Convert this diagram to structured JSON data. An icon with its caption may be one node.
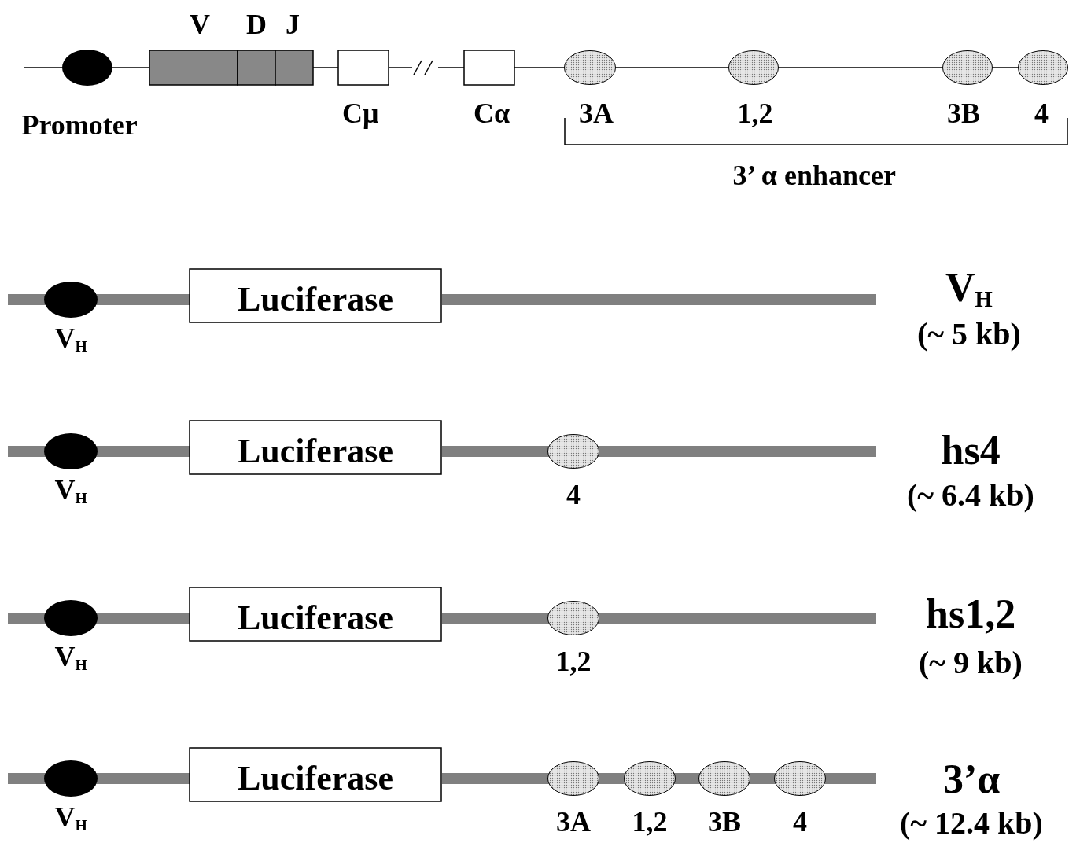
{
  "diagram": {
    "nodes": [
      {
        "text": [
          "Promoter"
        ]
      },
      {
        "text": [
          "V"
        ]
      },
      {
        "text": [
          "D"
        ]
      },
      {
        "text": [
          "J"
        ]
      },
      {
        "text": [
          "Cμ"
        ]
      },
      {
        "text": [
          "Cα"
        ]
      },
      {
        "text": [
          "3A"
        ]
      },
      {
        "text": [
          "1,2"
        ]
      },
      {
        "text": [
          "3B"
        ]
      },
      {
        "text": [
          "4"
        ]
      },
      {
        "text": [],
        "shape": "bar"
      },
      {
        "text": [
          "V$_{H}$"
        ]
      },
      {
        "text": [
          "Luciferase"
        ]
      },
      {
        "text": [],
        "shape": "bar"
      },
      {
        "text": [],
        "shape": "bar"
      },
      {
        "text": [
          "V$_{H}$"
        ]
      },
      {
        "text": [
          "Luciferase"
        ]
      },
      {
        "text": [],
        "shape": "bar"
      },
      {
        "text": [
          "4"
        ]
      },
      {
        "text": [],
        "shape": "bar"
      },
      {
        "text": [
          "V$_{H}$"
        ]
      },
      {
        "text": [
          "Luciferase"
        ]
      },
      {
        "text": [],
        "shape": "bar"
      },
      {
        "text": [
          "1,2"
        ]
      },
      {
        "text": [],
        "shape": "bar"
      },
      {
        "text": [
          "V$_{H}$"
        ]
      },
      {
        "text": [
          "Luciferase"
        ]
      },
      {
        "text": [],
        "shape": "bar"
      },
      {
        "text": [
          "3A"
        ]
      },
      {
        "text": [
          "1,2"
        ]
      },
      {
        "text": [
          "3B"
        ]
      },
      {
        "text": [
          "4"
        ]
      }
    ],
    "labels": [
      "3’ α enhancer",
      "V$_{H}$",
      "(~ 5 kb)",
      "hs4",
      "(~ 6.4 kb)",
      "hs1,2",
      "(~ 9 kb)",
      "3’α",
      "(~ 12.4 kb)"
    ]
  }
}
